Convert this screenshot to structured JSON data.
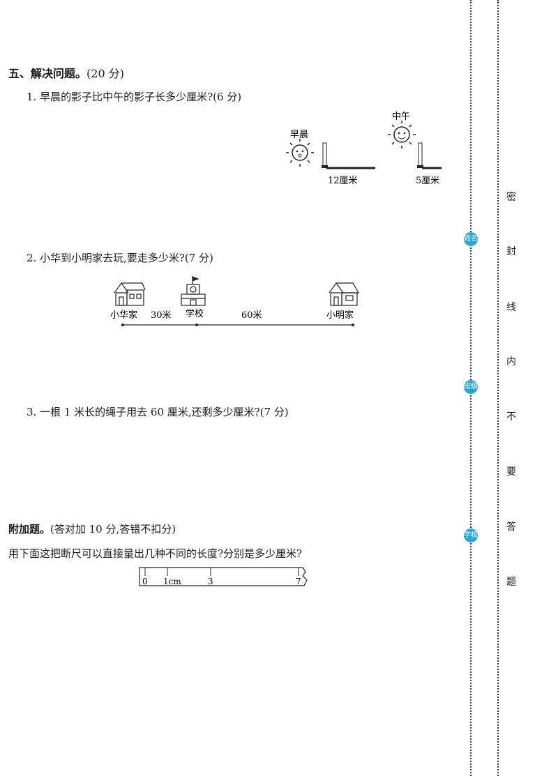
{
  "section": {
    "title": "五、解决问题。",
    "points": "(20 分)"
  },
  "q1": {
    "text": "1. 早晨的影子比中午的影子长多少厘米?(6 分)",
    "morning_label": "早晨",
    "noon_label": "中午",
    "morning_shadow": "12厘米",
    "noon_shadow": "5厘米"
  },
  "q2": {
    "text": "2. 小华到小明家去玩,要走多少米?(7 分)",
    "place_a": "小华家",
    "seg_a": "30米",
    "place_b": "学校",
    "seg_b": "60米",
    "place_c": "小明家"
  },
  "q3": {
    "text": "3. 一根 1 米长的绳子用去 60 厘米,还剩多少厘米?(7 分)"
  },
  "bonus": {
    "title": "附加题。",
    "note": "(答对加 10 分,答错不扣分)",
    "text": "用下面这把断尺可以直接量出几种不同的长度?分别是多少厘米?",
    "ruler_labels": [
      "0",
      "1cm",
      "3",
      "7"
    ]
  },
  "seal": {
    "chars": [
      "密",
      "封",
      "线",
      "内",
      "不",
      "要",
      "答",
      "题"
    ]
  },
  "badges": [
    "姓名",
    "班级",
    "学校"
  ]
}
